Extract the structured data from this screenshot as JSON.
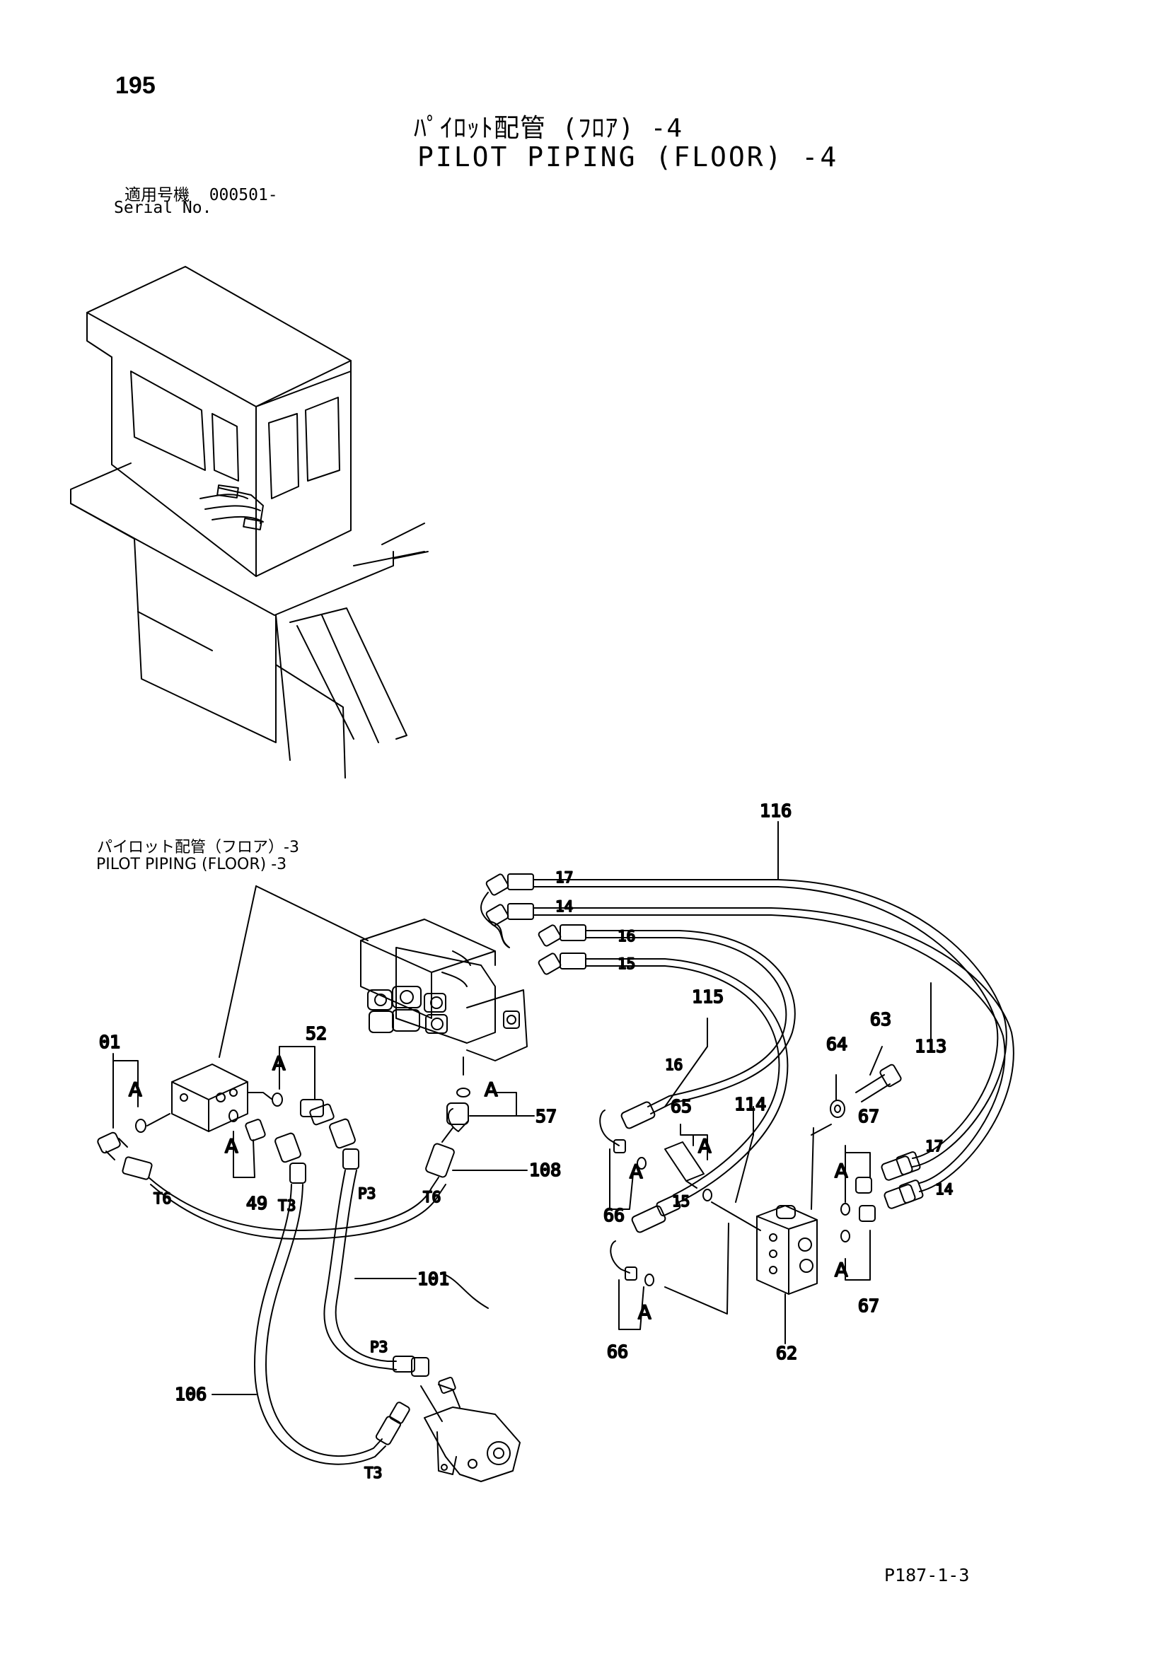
{
  "page_number": "195",
  "title_jp": "ﾊﾟｲﾛｯﾄ配管 (ﾌﾛｱ) -4",
  "title_en": "PILOT PIPING (FLOOR) -4",
  "serial_label_jp": "適用号機",
  "serial_value": "000501-",
  "serial_label_en": "Serial No.",
  "reference_jp": "パイロット配管（フロア）-3",
  "reference_en": "PILOT PIPING (FLOOR) -3",
  "footer_code": "P187-1-3",
  "part_callouts": {
    "p116": "116",
    "p113": "113",
    "p115": "115",
    "p114": "114",
    "p63": "63",
    "p64": "64",
    "p65": "65",
    "p67a": "67",
    "p67b": "67",
    "p66a": "66",
    "p66b": "66",
    "p62": "62",
    "p01": "01",
    "p52": "52",
    "p57": "57",
    "p49": "49",
    "p108": "108",
    "p101": "101",
    "p106": "106"
  },
  "hose_tags": {
    "h17a": "17",
    "h14a": "14",
    "h16a": "16",
    "h15a": "15",
    "h16b": "16",
    "h15b": "15",
    "h17b": "17",
    "h14b": "14",
    "t6a": "T6",
    "t6b": "T6",
    "t3a": "T3",
    "t3b": "T3",
    "p3a": "P3",
    "p3b": "P3"
  },
  "port_letter": "A"
}
